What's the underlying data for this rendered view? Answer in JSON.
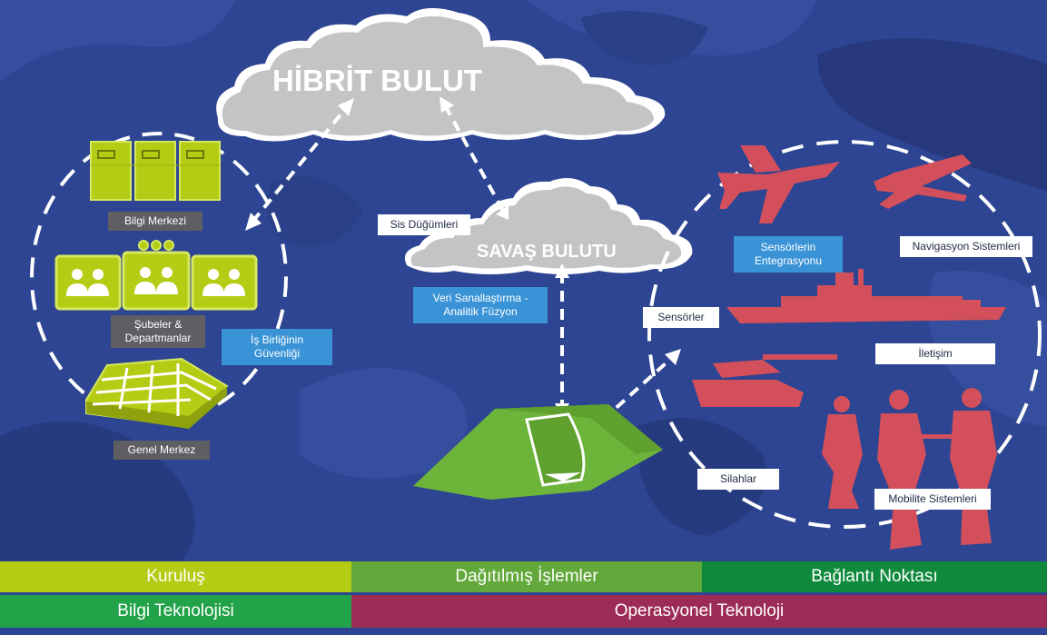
{
  "title": "HİBRİT BULUT",
  "subtitle": "SAVAŞ BULUTU",
  "left_labels": {
    "data_center": "Bilgi Merkezi",
    "branches": "Şubeler &\nDepartmanlar",
    "headquarters": "Genel Merkez"
  },
  "center_labels": {
    "fog_nodes": "Sis Düğümleri",
    "business_security": "İş Birliğinin\nGüvenliği",
    "virtualization": "Veri Sanallaştırma -\nAnalitik Füzyon"
  },
  "right_labels": {
    "sensor_integration": "Sensörlerin\nEntegrasyonu",
    "navigation": "Navigasyon Sistemleri",
    "sensors": "Sensörler",
    "communication": "İletişim",
    "weapons": "Silahlar",
    "mobility": "Mobilite Sistemleri"
  },
  "bands": {
    "row1": [
      "Kuruluş",
      "Dağıtılmış İşlemler",
      "Bağlantı Noktası"
    ],
    "row2": [
      "Bilgi Teknolojisi",
      "Operasyonel Teknoloji"
    ]
  },
  "colors": {
    "background": "#2d4592",
    "cloud": "#c3c4c6",
    "it_green": "#b4cc14",
    "tent_green": "#6db43a",
    "ot_red": "#d24f5b",
    "band_lime": "#b4cc14",
    "band_green": "#62a83a",
    "band_dark_green": "#0f8a3c",
    "band_green2": "#23a349",
    "band_maroon": "#9c2c56",
    "label_blue": "#3a93d6",
    "label_gray": "#5e5e63"
  },
  "icons": [
    "server-cabinet-icon",
    "video-conference-screen-icon",
    "headquarters-building-icon",
    "fighter-jet-icon",
    "drone-icon",
    "warship-icon",
    "tank-icon",
    "soldier-icon",
    "tent-icon"
  ]
}
